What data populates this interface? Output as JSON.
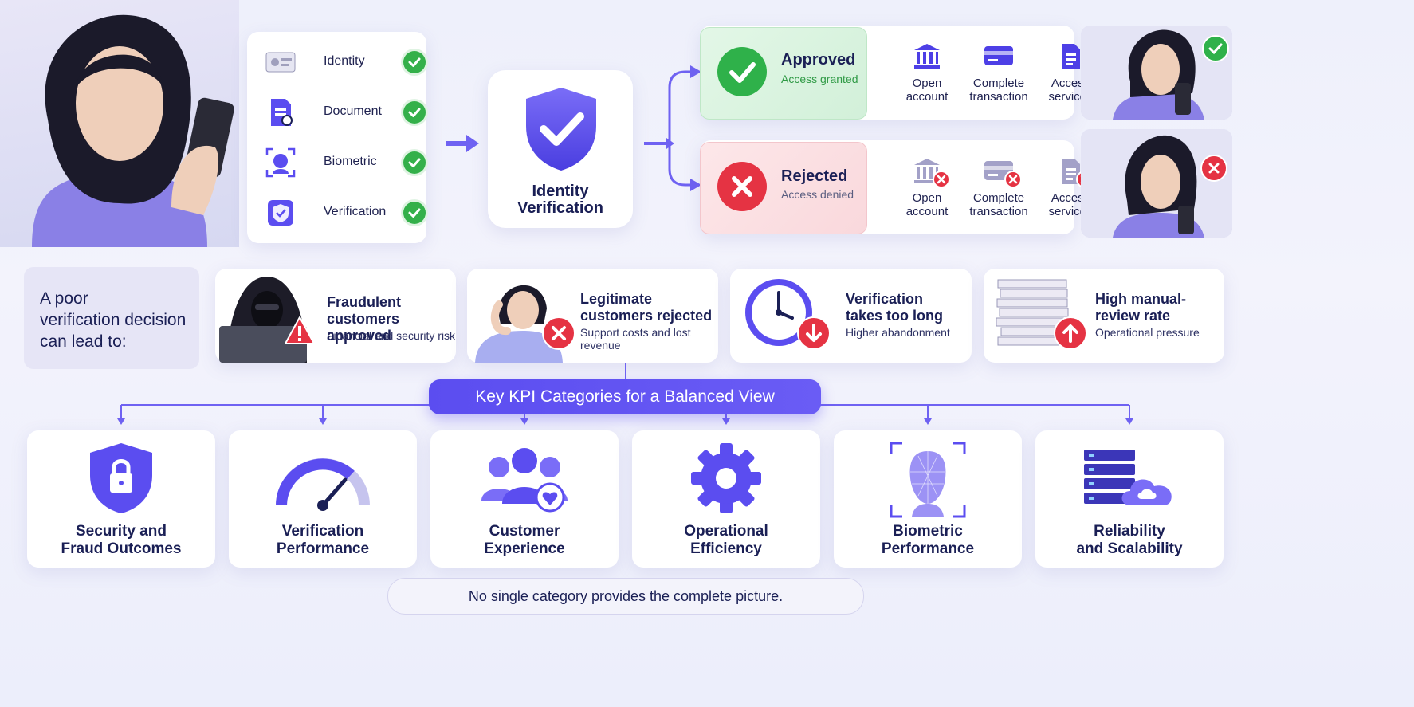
{
  "checklist": [
    {
      "label": "Identity",
      "icon": "id-card-icon"
    },
    {
      "label": "Document",
      "icon": "document-icon"
    },
    {
      "label": "Biometric",
      "icon": "face-scan-icon"
    },
    {
      "label": "Verification",
      "icon": "shield-check-icon"
    }
  ],
  "center": {
    "line1": "Identity",
    "line2": "Verification",
    "icon": "shield-check-icon"
  },
  "approved": {
    "title": "Approved",
    "subtitle": "Access granted",
    "actions": [
      {
        "line1": "Open",
        "line2": "account",
        "icon": "bank-icon"
      },
      {
        "line1": "Complete",
        "line2": "transaction",
        "icon": "card-icon"
      },
      {
        "line1": "Access",
        "line2": "services",
        "icon": "file-icon"
      }
    ],
    "color": "#2fb14a"
  },
  "rejected": {
    "title": "Rejected",
    "subtitle": "Access denied",
    "actions": [
      {
        "line1": "Open",
        "line2": "account",
        "icon": "bank-icon"
      },
      {
        "line1": "Complete",
        "line2": "transaction",
        "icon": "card-icon"
      },
      {
        "line1": "Access",
        "line2": "services",
        "icon": "file-icon"
      }
    ],
    "color": "#e53343"
  },
  "risk_intro": {
    "line1": "A poor",
    "line2": "verification decision",
    "line3": "can lead to:"
  },
  "risks": [
    {
      "title1": "Fraudulent",
      "title2": "customers approved",
      "sub": "Financial and security risk",
      "icon": "warning-icon"
    },
    {
      "title1": "Legitimate",
      "title2": "customers rejected",
      "sub": "Support costs and lost revenue",
      "icon": "x-icon"
    },
    {
      "title1": "Verification",
      "title2": "takes too long",
      "sub": "Higher abandonment",
      "icon": "clock-icon"
    },
    {
      "title1": "High manual-",
      "title2": "review rate",
      "sub": "Operational pressure",
      "icon": "paper-stack-icon"
    }
  ],
  "kpi_header": "Key KPI Categories for a Balanced View",
  "kpis": [
    {
      "line1": "Security and",
      "line2": "Fraud Outcomes",
      "icon": "lock-shield-icon"
    },
    {
      "line1": "Verification",
      "line2": "Performance",
      "icon": "gauge-icon"
    },
    {
      "line1": "Customer",
      "line2": "Experience",
      "icon": "people-heart-icon"
    },
    {
      "line1": "Operational",
      "line2": "Efficiency",
      "icon": "gear-icon"
    },
    {
      "line1": "Biometric",
      "line2": "Performance",
      "icon": "face-scan-icon"
    },
    {
      "line1": "Reliability",
      "line2": "and Scalability",
      "icon": "server-cloud-icon"
    }
  ],
  "footer": "No single category provides the complete picture.",
  "colors": {
    "accent": "#5b4df0",
    "navy": "#1a1f55",
    "green": "#34b04a",
    "red": "#e53343"
  }
}
